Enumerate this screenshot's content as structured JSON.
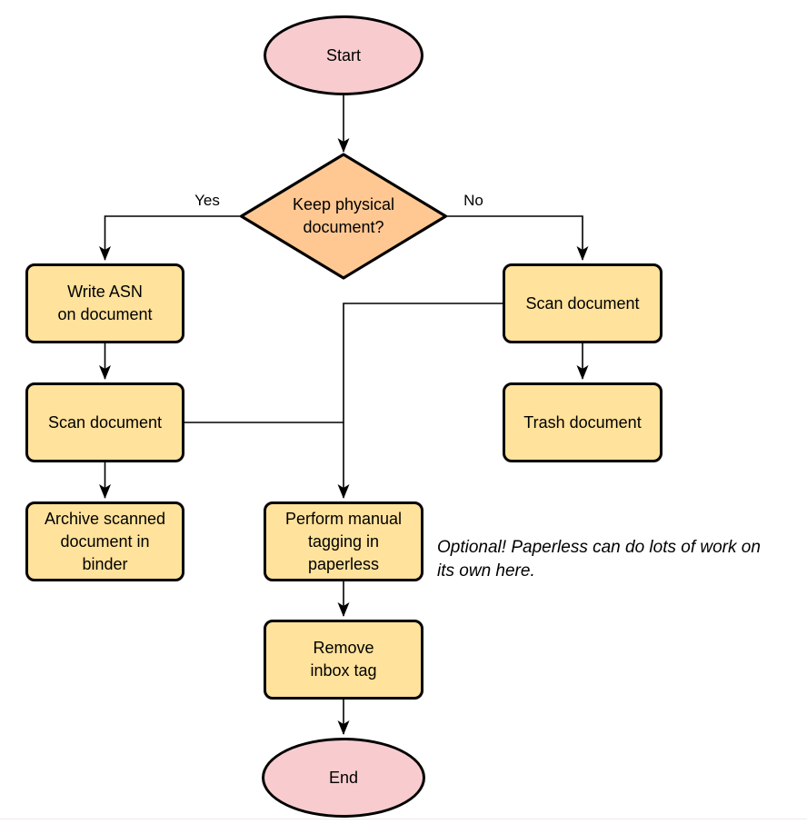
{
  "palette": {
    "terminal_fill": "#F8CCCF",
    "decision_fill": "#FFC892",
    "process_fill": "#FFE29B",
    "stroke": "#000000",
    "background": "#ffffff"
  },
  "nodes": {
    "start": {
      "label": "Start",
      "type": "terminal"
    },
    "decision": {
      "label": "Keep physical\ndocument?",
      "type": "decision"
    },
    "write_asn": {
      "label": "Write ASN\non document",
      "type": "process"
    },
    "scan_left": {
      "label": "Scan document",
      "type": "process"
    },
    "archive": {
      "label": "Archive scanned\ndocument in\nbinder",
      "type": "process"
    },
    "scan_right": {
      "label": "Scan document",
      "type": "process"
    },
    "trash": {
      "label": "Trash document",
      "type": "process"
    },
    "tagging": {
      "label": "Perform manual\ntagging in\npaperless",
      "type": "process"
    },
    "remove_inbox": {
      "label": "Remove\ninbox tag",
      "type": "process"
    },
    "end": {
      "label": "End",
      "type": "terminal"
    }
  },
  "edge_labels": {
    "yes": "Yes",
    "no": "No"
  },
  "annotation": {
    "text": "Optional! Paperless can do lots of work on\nits own here."
  }
}
